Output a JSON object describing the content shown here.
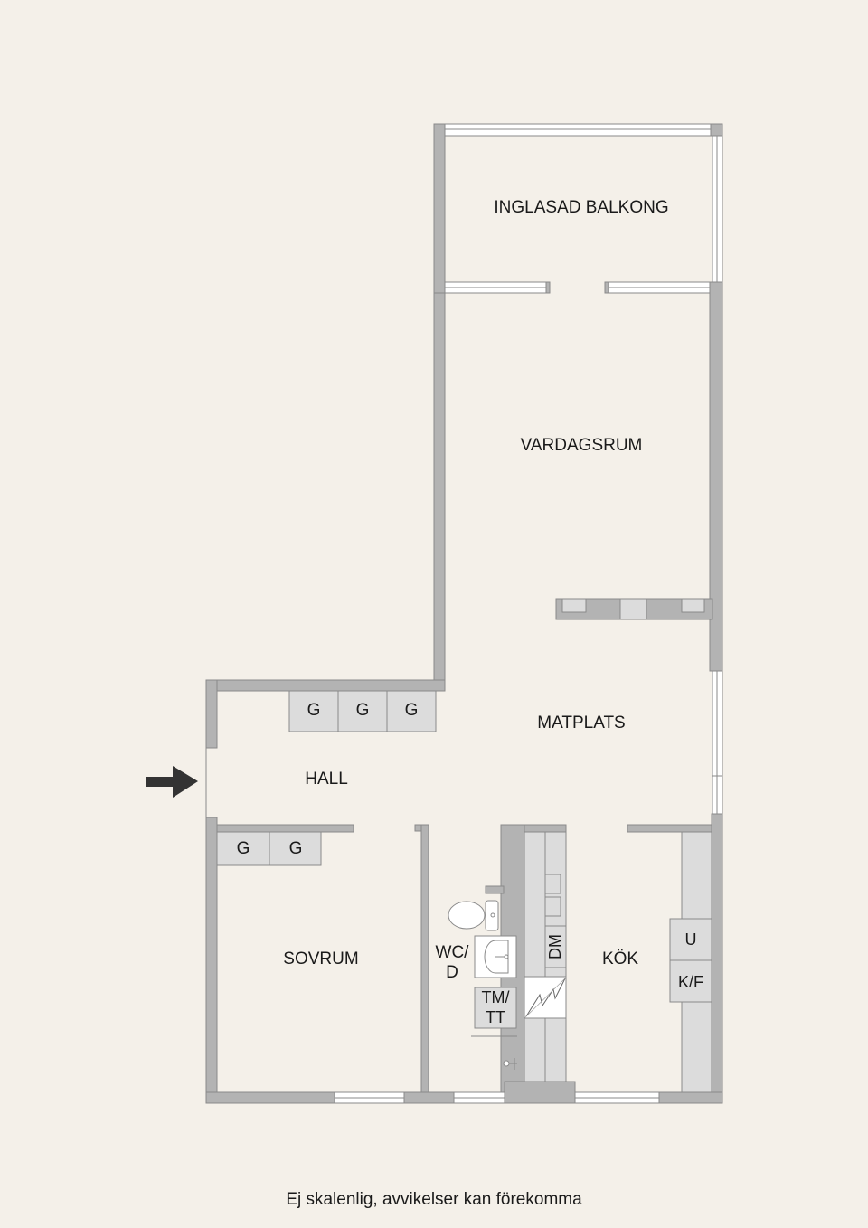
{
  "plan": {
    "rooms": [
      {
        "id": "balcony",
        "label": "INGLASAD BALKONG"
      },
      {
        "id": "living",
        "label": "VARDAGSRUM"
      },
      {
        "id": "dining",
        "label": "MATPLATS"
      },
      {
        "id": "hall",
        "label": "HALL"
      },
      {
        "id": "bedroom",
        "label": "SOVRUM"
      },
      {
        "id": "wc",
        "label": "WC/\nD"
      },
      {
        "id": "kitchen",
        "label": "KÖK"
      }
    ],
    "fixtures": {
      "wardrobe": "G",
      "washer": "TM/\nTT",
      "dishwasher": "DM",
      "freezer": "U",
      "fridge_freezer": "K/F"
    },
    "colors": {
      "background": "#f4f0e9",
      "wall": "#b3b3b3",
      "wall_stroke": "#8a8a8a",
      "cabinet": "#dcdcdc",
      "window": "#ffffff",
      "arrow": "#333333"
    }
  },
  "footer": {
    "note": "Ej skalenlig, avvikelser kan förekomma"
  }
}
